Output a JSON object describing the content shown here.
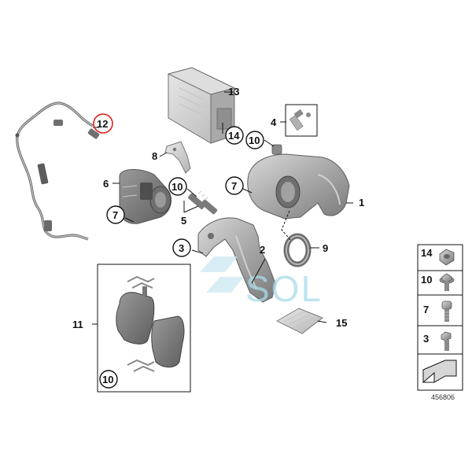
{
  "callouts": {
    "c1": "1",
    "c2": "2",
    "c3": "3",
    "c4": "4",
    "c5": "5",
    "c6": "6",
    "c7a": "7",
    "c7b": "7",
    "c8": "8",
    "c9": "9",
    "c10a": "10",
    "c10b": "10",
    "c10c": "10",
    "c11": "11",
    "c12": "12",
    "c13": "13",
    "c14": "14",
    "c15": "15"
  },
  "legend": {
    "items": [
      "14",
      "10",
      "7",
      "3"
    ]
  },
  "diagram_number": "456806",
  "watermark": "SOL",
  "colors": {
    "part_gray": "#8c8c8c",
    "highlight_ring": "#e0201c",
    "watermark": "#a9dbe9"
  }
}
